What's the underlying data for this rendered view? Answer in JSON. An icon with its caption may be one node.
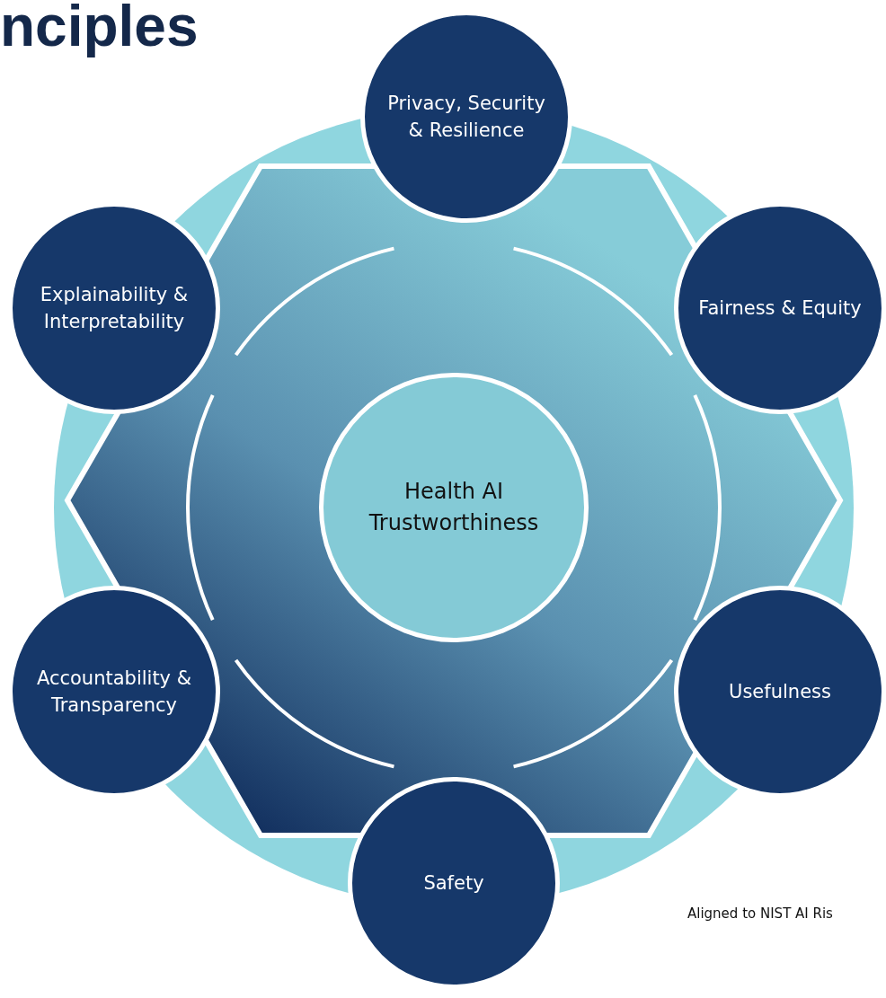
{
  "diagram": {
    "title": "nciples",
    "nodes": [
      {
        "text": [
          "Health AI Trustworthiness"
        ]
      },
      {
        "text": [
          "Privacy, Security & Resilience"
        ]
      },
      {
        "text": [
          "Fairness & Equity"
        ]
      },
      {
        "text": [
          "Usefulness"
        ]
      },
      {
        "text": [
          "Safety"
        ]
      },
      {
        "text": [
          "Accountability & Transparency"
        ]
      },
      {
        "text": [
          "Explainability & Interpretability"
        ]
      }
    ],
    "labels": [
      "Aligned to NIST AI Ris"
    ]
  }
}
